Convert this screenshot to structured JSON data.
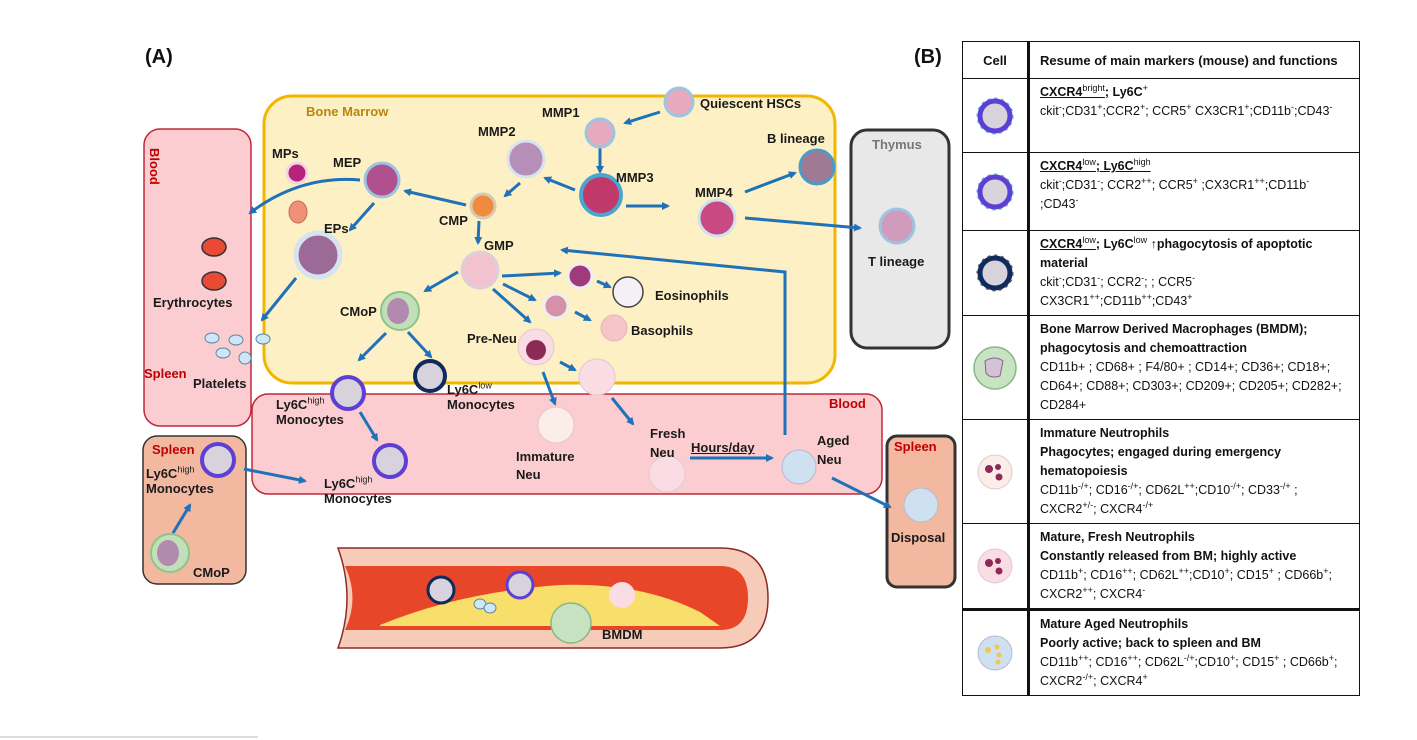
{
  "panels": {
    "a_label": "(A)",
    "b_label": "(B)"
  },
  "regions": {
    "bone_marrow": "Bone Marrow",
    "blood_left": "Blood",
    "spleen_left": "Spleen",
    "thymus": "Thymus",
    "blood_band": "Blood",
    "spleen_bottom_left": "Spleen",
    "spleen_right": "Spleen"
  },
  "cells": {
    "quiescent_hscs": "Quiescent HSCs",
    "mmp1": "MMP1",
    "mmp2": "MMP2",
    "mmp3": "MMP3",
    "mmp4": "MMP4",
    "b_lineage": "B lineage",
    "t_lineage": "T lineage",
    "mps": "MPs",
    "mep": "MEP",
    "cmp": "CMP",
    "eps": "EPs",
    "gmp": "GMP",
    "erythrocytes": "Erythrocytes",
    "platelets": "Platelets",
    "cmop": "CMoP",
    "eosinophils": "Eosinophils",
    "basophils": "Basophils",
    "pre_neu": "Pre-Neu",
    "ly6c_high_prefix": "Ly6C",
    "ly6c_high_sup": "high",
    "ly6c_low_sup": "low",
    "monocytes": "Monocytes",
    "immature_neu_1": "Immature",
    "immature_neu_2": "Neu",
    "fresh_neu_1": "Fresh",
    "fresh_neu_2": "Neu",
    "hours_day": "Hours/day",
    "aged_neu_1": "Aged",
    "aged_neu_2": "Neu",
    "disposal": "Disposal",
    "spleen_cmop": "CMoP",
    "bmdm": "BMDM"
  },
  "colors": {
    "bone_marrow_fill": "#fdf0c4",
    "bone_marrow_border": "#f2b600",
    "blood_fill": "#fbcdd0",
    "blood_border": "#c0283a",
    "spleen_fill": "#f2b8a0",
    "thymus_fill": "#e8e8e8",
    "arrow": "#1f72b8",
    "region_red_text": "#c00000",
    "bone_marrow_text": "#b8860b"
  },
  "table": {
    "header": {
      "cell": "Cell",
      "description": "Resume of main markers (mouse) and functions"
    },
    "rows": [
      {
        "icon": "ly6c-plus-monocyte-icon",
        "title_html": "<u>CXCR4<sup>bright</sup></u>; Ly6C<sup>+</sup>",
        "markers_html": "ckit<sup>-</sup>;CD31<sup>+</sup>;CCR2<sup>+</sup>; CCR5<sup>+</sup> CX3CR1<sup>+</sup>;CD11b<sup>-</sup>;CD43<sup>-</sup>"
      },
      {
        "icon": "ly6c-high-monocyte-icon",
        "title_html": "<u>CXCR4<sup>low</sup>; Ly6C<sup>high</sup></u>",
        "markers_html": "ckit<sup>-</sup>;CD31<sup>-</sup>; CCR2<sup>++</sup>; CCR5<sup>+</sup> ;CX3CR1<sup>++</sup>;CD11b<sup>-</sup> ;CD43<sup>-</sup>"
      },
      {
        "icon": "ly6c-low-monocyte-icon",
        "title_html": "<u>CXCR4<sup>low</sup></u>; Ly6C<sup>low</sup> &#8593;phagocytosis of apoptotic material",
        "markers_html": "ckit<sup>-</sup>;CD31<sup>-</sup>; CCR2<sup>-</sup>; ; CCR5<sup>-</sup><br>CX3CR1<sup>++</sup>;CD11b<sup>++</sup>;CD43<sup>+</sup>"
      },
      {
        "icon": "macrophage-icon",
        "title_html": "Bone Marrow Derived Macrophages (BMDM); phagocytosis and chemoattraction",
        "markers_html": "CD11b+ ; CD68+ ; F4/80+ ; CD14+; CD36+; CD18+; CD64+; CD88+; CD303+; CD209+; CD205+; CD282+; CD284+"
      },
      {
        "icon": "immature-neutrophil-icon",
        "title_html": "Immature Neutrophils<br>Phagocytes; engaged during emergency hematopoiesis",
        "markers_html": "CD11b<sup>-/+</sup>; CD16<sup>-/+</sup>; CD62L<sup>++</sup>;CD10<sup>-/+</sup>; CD33<sup>-/+</sup> ; CXCR2<sup>+/-</sup>; CXCR4<sup>-/+</sup>"
      },
      {
        "icon": "fresh-neutrophil-icon",
        "title_html": "Mature, Fresh Neutrophils<br>Constantly released from BM; highly active",
        "markers_html": "CD11b<sup>+</sup>; CD16<sup>++</sup>; CD62L<sup>++</sup>;CD10<sup>+</sup>; CD15<sup>+</sup> ; CD66b<sup>+</sup>; CXCR2<sup>++</sup>; CXCR4<sup>-</sup>"
      },
      {
        "icon": "aged-neutrophil-icon",
        "title_html": "Mature Aged Neutrophils<br>Poorly active; back to spleen and BM",
        "markers_html": "CD11b<sup>++</sup>; CD16<sup>++</sup>; CD62L<sup>-/+</sup>;CD10<sup>+</sup>; CD15<sup>+</sup> ; CD66b<sup>+</sup>; CXCR2<sup>-/+</sup>; CXCR4<sup>+</sup>"
      }
    ]
  }
}
